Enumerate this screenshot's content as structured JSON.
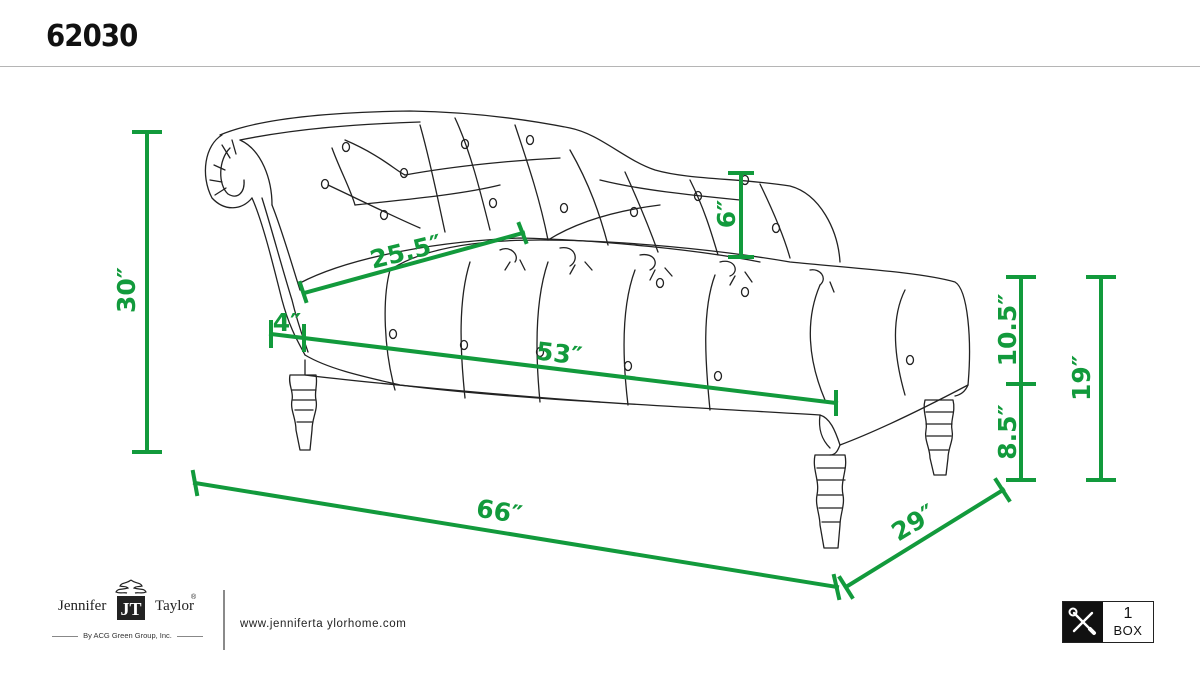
{
  "product": {
    "sku": "62030"
  },
  "dimensions": {
    "back_height": "30″",
    "arm_width": "4″",
    "seat_depth": "25.5″",
    "back_tuft_height": "6″",
    "seat_width": "53″",
    "seat_height": "19″",
    "upper_height": "10.5″",
    "leg_height": "8.5″",
    "overall_width": "66″",
    "overall_depth": "29″"
  },
  "brand": {
    "name_left": "Jennifer",
    "name_right": "Taylor",
    "registered": "®",
    "monogram": "JT",
    "byline": "By ACG Green Group, Inc.",
    "website": "www.jenniferta ylorhome.com"
  },
  "box_badge": {
    "icon": "tools-icon",
    "count": "1",
    "label": "BOX"
  },
  "colors": {
    "dimension_green": "#129a3c",
    "line": "#222222",
    "rule": "#b5b5b5"
  }
}
